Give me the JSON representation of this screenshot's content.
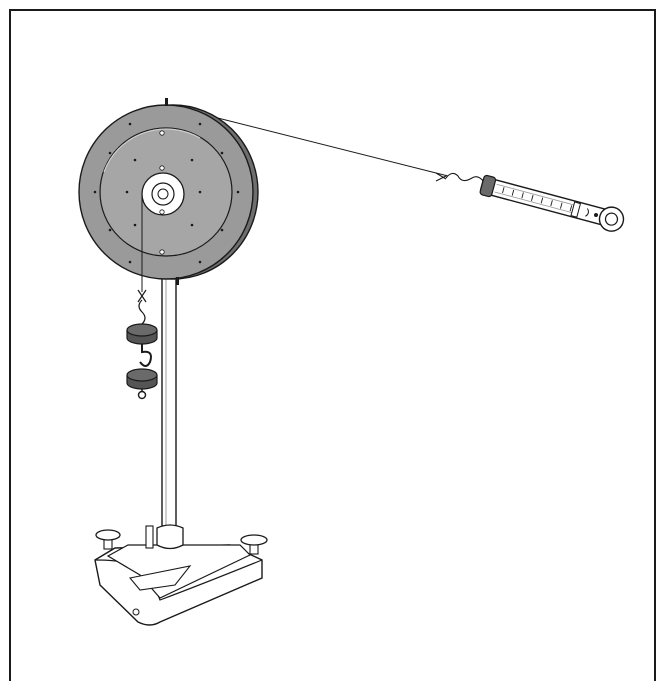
{
  "figure": {
    "title": "",
    "labels": []
  },
  "scene": {
    "components": [
      "rotating-disk",
      "support-rod",
      "tripod-base",
      "hanging-masses",
      "spring-scale"
    ],
    "colors": {
      "disk_face": "#9a9a9a",
      "disk_rim": "#6e6e6e",
      "disk_inner": "#a6a6a6",
      "mass": "#555555",
      "line": "#1a1a1a",
      "background": "#ffffff"
    },
    "mass_count": 2
  }
}
